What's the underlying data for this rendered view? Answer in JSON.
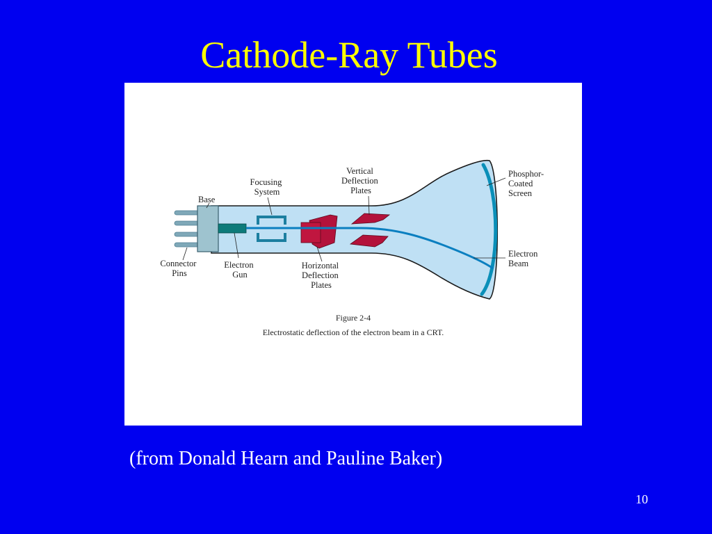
{
  "slide": {
    "title": "Cathode-Ray Tubes",
    "credit": "(from Donald Hearn and Pauline Baker)",
    "page_number": "10"
  },
  "figure": {
    "labels": {
      "base": "Base",
      "focusing_system": [
        "Focusing",
        "System"
      ],
      "vertical_deflection_plates": [
        "Vertical",
        "Deflection",
        "Plates"
      ],
      "phosphor_coated_screen": [
        "Phosphor-",
        "Coated",
        "Screen"
      ],
      "connector_pins": [
        "Connector",
        "Pins"
      ],
      "electron_gun": [
        "Electron",
        "Gun"
      ],
      "horizontal_deflection_plates": [
        "Horizontal",
        "Deflection",
        "Plates"
      ],
      "electron_beam": [
        "Electron",
        "Beam"
      ]
    },
    "caption_number": "Figure 2-4",
    "caption_text": "Electrostatic deflection of the electron beam in a CRT.",
    "colors": {
      "tube_fill": "#bfe0f4",
      "tube_outline": "#1a1a1a",
      "screen": "#0a8fb8",
      "beam": "#0a7fc0",
      "plates": "#b3123b",
      "gun": "#0d7b7a",
      "base": "#9ec3cf",
      "pins": "#7fa8b8"
    }
  }
}
